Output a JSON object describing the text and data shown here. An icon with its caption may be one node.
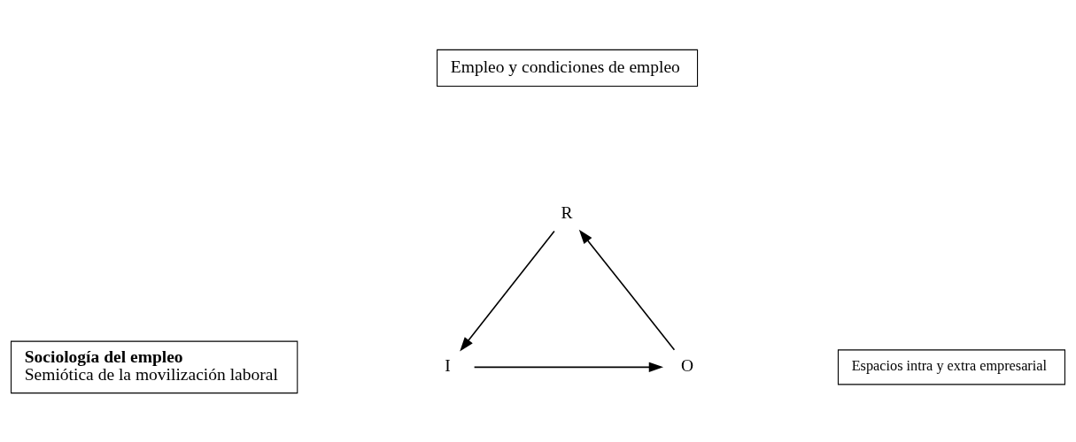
{
  "diagram": {
    "nodes": [
      {
        "text": [
          "Empleo y condiciones de empleo"
        ]
      },
      {
        "text": [
          "R"
        ]
      },
      {
        "text": [
          "Sociología del empleo",
          "Semiótica de la movilización laboral"
        ]
      },
      {
        "text": [
          "I"
        ]
      },
      {
        "text": [
          "O"
        ]
      },
      {
        "text": [
          "Espacios intra y extra empresarial"
        ]
      }
    ],
    "edges": [
      {
        "from": 1,
        "to": 3,
        "arrow": "to"
      },
      {
        "from": 3,
        "to": 4,
        "arrow": "to"
      },
      {
        "from": 4,
        "to": 1,
        "arrow": "to"
      }
    ]
  }
}
